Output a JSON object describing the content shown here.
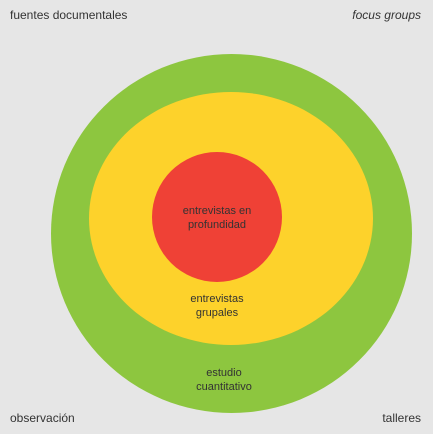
{
  "corners": {
    "top_left": "fuentes documentales",
    "top_right": "focus groups",
    "bottom_left": "observación",
    "bottom_right": "talleres"
  },
  "rings": {
    "outer": {
      "line1": "estudio",
      "line2": "cuantitativo",
      "color": "#8dc63f"
    },
    "middle": {
      "line1": "entrevistas",
      "line2": "grupales",
      "color": "#fdd22b"
    },
    "inner": {
      "line1": "entrevistas en",
      "line2": "profundidad",
      "color": "#ef4136"
    }
  }
}
